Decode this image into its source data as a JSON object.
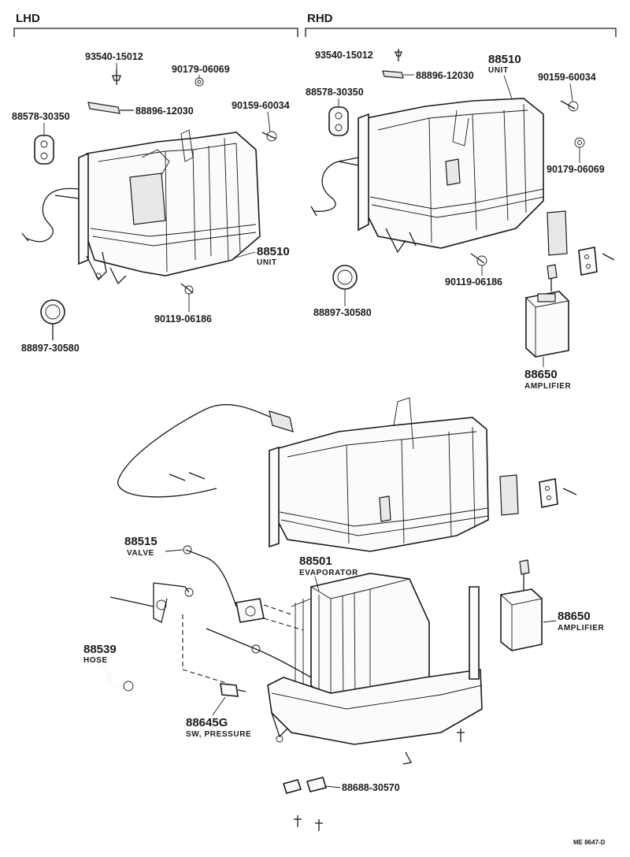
{
  "sections": {
    "lhd": "LHD",
    "rhd": "RHD"
  },
  "lhd_parts": {
    "p_93540": "93540-15012",
    "p_90179": "90179-06069",
    "p_88896": "88896-12030",
    "p_88578": "88578-30350",
    "p_90159": "90159-60034",
    "p_88510": "88510",
    "p_88510_name": "UNIT",
    "p_90119": "90119-06186",
    "p_88897": "88897-30580"
  },
  "rhd_parts": {
    "p_93540": "93540-15012",
    "p_88896": "88896-12030",
    "p_88510": "88510",
    "p_88510_name": "UNIT",
    "p_88578": "88578-30350",
    "p_90159": "90159-60034",
    "p_90179": "90179-06069",
    "p_90119": "90119-06186",
    "p_88897": "88897-30580",
    "p_88650": "88650",
    "p_88650_name": "AMPLIFIER"
  },
  "lower_parts": {
    "p_88515": "88515",
    "p_88515_name": "VALVE",
    "p_88501": "88501",
    "p_88501_name": "EVAPORATOR",
    "p_88650": "88650",
    "p_88650_name": "AMPLIFIER",
    "p_88539": "88539",
    "p_88539_name": "HOSE",
    "p_88645": "88645G",
    "p_88645_name": "SW, PRESSURE",
    "p_88688": "88688-30570"
  },
  "reference_code": "ME 8647-D"
}
